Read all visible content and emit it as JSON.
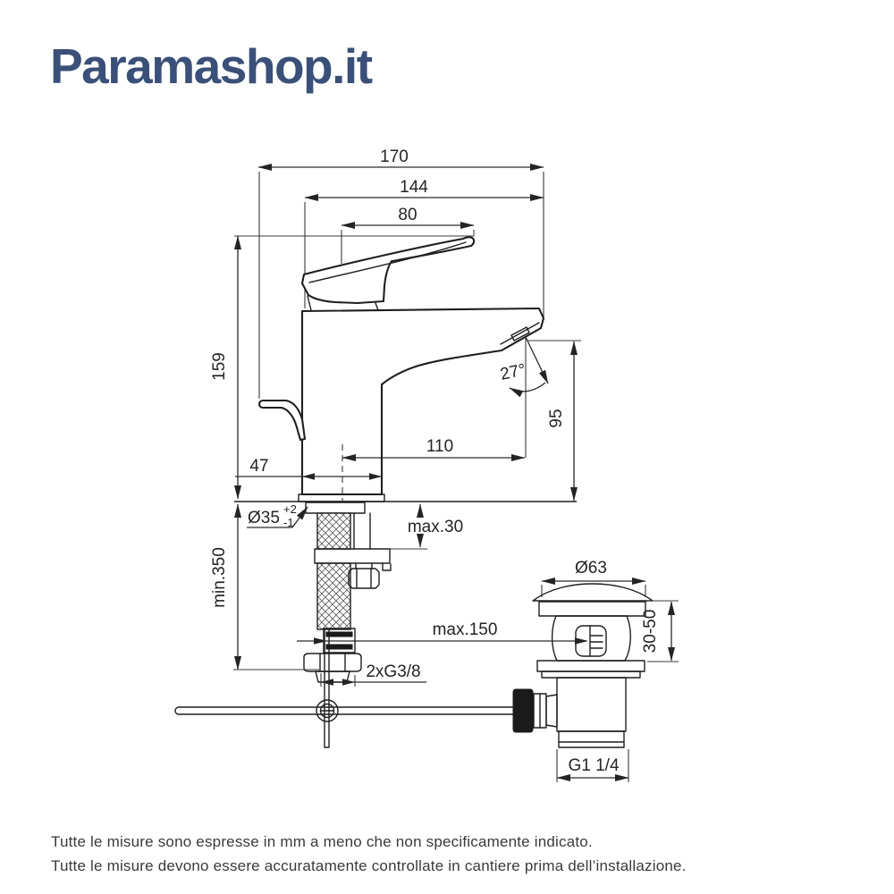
{
  "brand": {
    "logo_text": "Paramashop.it",
    "logo_color": "#3A5078"
  },
  "drawing": {
    "subject": "single-lever-basin-mixer-with-pop-up-waste-dimension-drawing",
    "units": "mm",
    "dims": {
      "total_width": "170",
      "spout_to_back": "144",
      "handle_length": "80",
      "total_height": "159",
      "spout_height": "95",
      "spout_reach": "110",
      "body_depth": "47",
      "stream_angle": "27°",
      "hole_diameter": "Ø35",
      "hole_tol_plus": "+2",
      "hole_tol_minus": "-1",
      "deck_max": "max.30",
      "hose_min": "min.350",
      "rod_max": "max.150",
      "hose_thread": "2xG3/8",
      "waste_diameter": "Ø63",
      "waste_range": "30-50",
      "waste_thread": "G1 1/4"
    }
  },
  "footer": {
    "line1": "Tutte le misure sono espresse in mm a meno che non specificamente indicato.",
    "line2": "Tutte le misure devono essere accuratamente controllate in cantiere prima dell’installazione."
  }
}
